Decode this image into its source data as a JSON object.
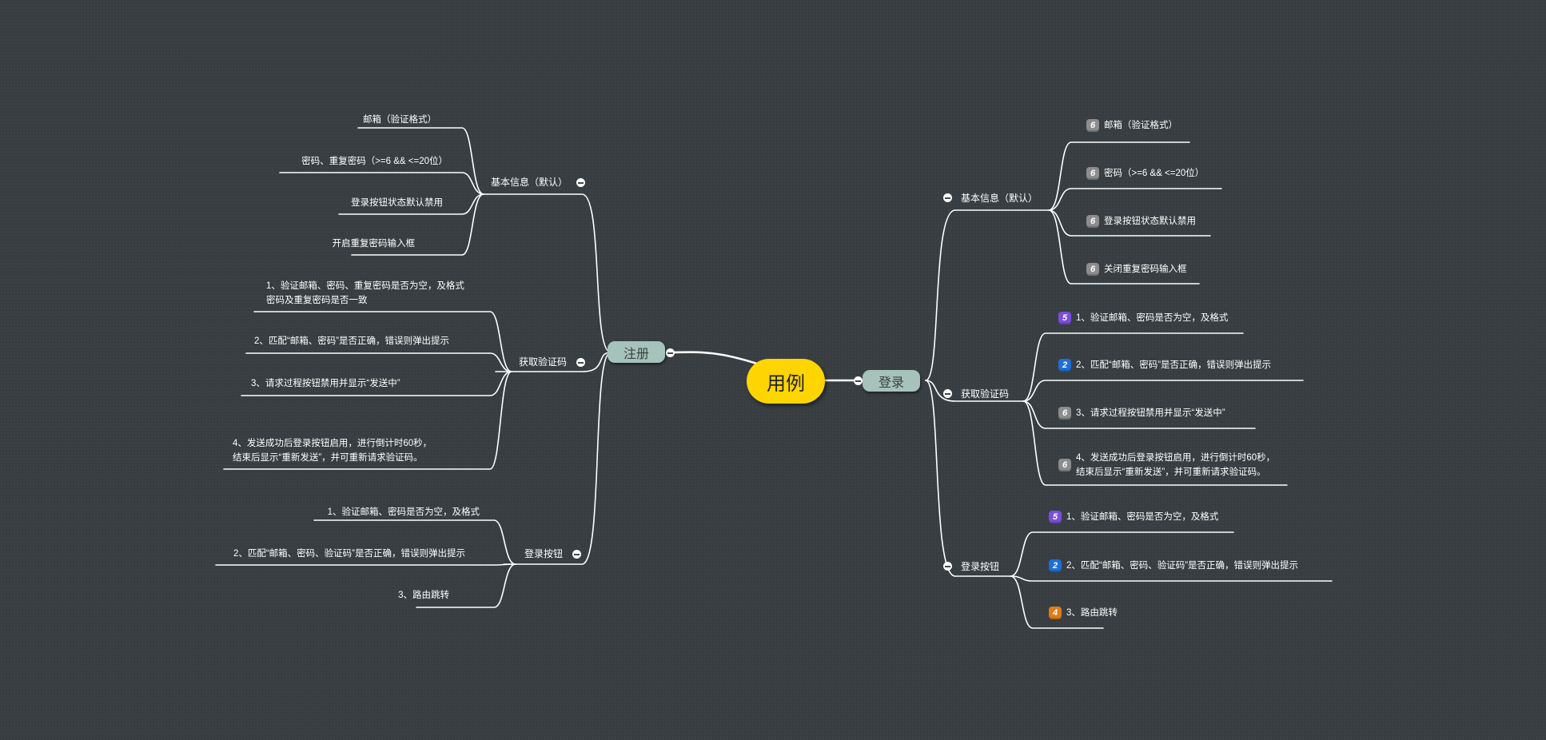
{
  "root": {
    "label": "用例"
  },
  "left": {
    "label": "注册",
    "groups": [
      {
        "label": "基本信息（默认）",
        "items": [
          "邮箱（验证格式）",
          "密码、重复密码（>=6 && <=20位）",
          "登录按钮状态默认禁用",
          "开启重复密码输入框"
        ]
      },
      {
        "label": "获取验证码",
        "items": [
          [
            "1、验证邮箱、密码、重复密码是否为空，及格式",
            "密码及重复密码是否一致"
          ],
          [
            "2、匹配“邮箱、密码”是否正确，错误则弹出提示"
          ],
          [
            "3、请求过程按钮禁用并显示“发送中”"
          ],
          [
            "4、发送成功后登录按钮启用，进行倒计时60秒，",
            "结束后显示“重新发送”，并可重新请求验证码。"
          ]
        ]
      },
      {
        "label": "登录按钮",
        "items": [
          "1、验证邮箱、密码是否为空，及格式",
          "2、匹配“邮箱、密码、验证码”是否正确，错误则弹出提示",
          "3、路由跳转"
        ]
      }
    ]
  },
  "right": {
    "label": "登录",
    "groups": [
      {
        "label": "基本信息（默认）",
        "items": [
          {
            "priority": "6",
            "lines": [
              "邮箱（验证格式）"
            ]
          },
          {
            "priority": "6",
            "lines": [
              "密码（>=6 && <=20位）"
            ]
          },
          {
            "priority": "6",
            "lines": [
              "登录按钮状态默认禁用"
            ]
          },
          {
            "priority": "6",
            "lines": [
              "关闭重复密码输入框"
            ]
          }
        ]
      },
      {
        "label": "获取验证码",
        "items": [
          {
            "priority": "5",
            "lines": [
              "1、验证邮箱、密码是否为空，及格式"
            ]
          },
          {
            "priority": "2",
            "lines": [
              "2、匹配“邮箱、密码”是否正确，错误则弹出提示"
            ]
          },
          {
            "priority": "6",
            "lines": [
              "3、请求过程按钮禁用并显示“发送中”"
            ]
          },
          {
            "priority": "6",
            "lines": [
              "4、发送成功后登录按钮启用，进行倒计时60秒，",
              "结束后显示“重新发送”，并可重新请求验证码。"
            ]
          }
        ]
      },
      {
        "label": "登录按钮",
        "items": [
          {
            "priority": "5",
            "lines": [
              "1、验证邮箱、密码是否为空，及格式"
            ]
          },
          {
            "priority": "2",
            "lines": [
              "2、匹配“邮箱、密码、验证码”是否正确，错误则弹出提示"
            ]
          },
          {
            "priority": "4",
            "lines": [
              "3、路由跳转"
            ]
          }
        ]
      }
    ]
  }
}
